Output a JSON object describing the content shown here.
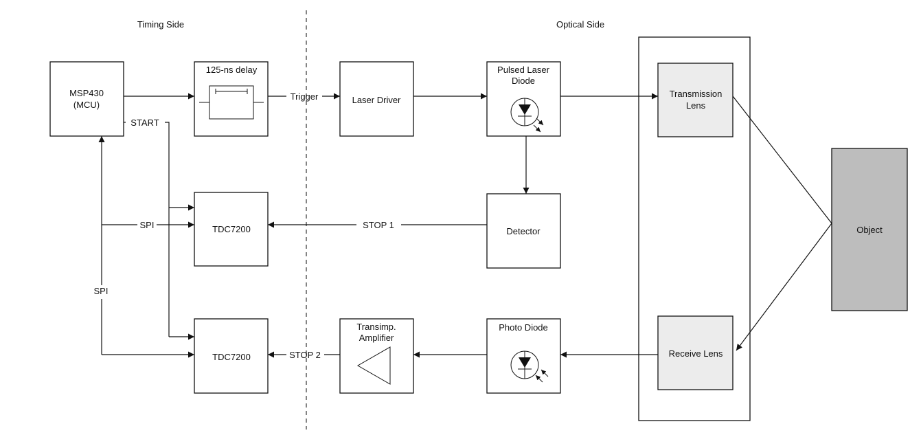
{
  "headers": {
    "timing_side": "Timing Side",
    "optical_side": "Optical Side"
  },
  "blocks": {
    "mcu": [
      "MSP430",
      "(MCU)"
    ],
    "delay": "125-ns delay",
    "laser_driver": "Laser Driver",
    "pulsed_laser": [
      "Pulsed Laser",
      "Diode"
    ],
    "tdc_top": "TDC7200",
    "tdc_bottom": "TDC7200",
    "detector": "Detector",
    "transimp": [
      "Transimp.",
      "Amplifier"
    ],
    "photo_diode": "Photo Diode",
    "transmission_lens": [
      "Transmission",
      "Lens"
    ],
    "receive_lens": "Receive Lens",
    "object": "Object"
  },
  "signals": {
    "trigger": "Trigger",
    "start": "START",
    "spi_horizontal": "SPI",
    "spi_vertical": "SPI",
    "stop1": "STOP 1",
    "stop2": "STOP 2"
  },
  "colors": {
    "line": "#111111",
    "lens_fill": "#ececec",
    "object_fill": "#bdbdbd",
    "divider": "#666666"
  },
  "icons": {
    "delay_symbol": "delay-line-icon",
    "laser_diode_symbol": "led-emitting-icon",
    "photo_diode_symbol": "photodiode-receiving-icon",
    "amplifier_symbol": "amplifier-triangle-icon"
  }
}
